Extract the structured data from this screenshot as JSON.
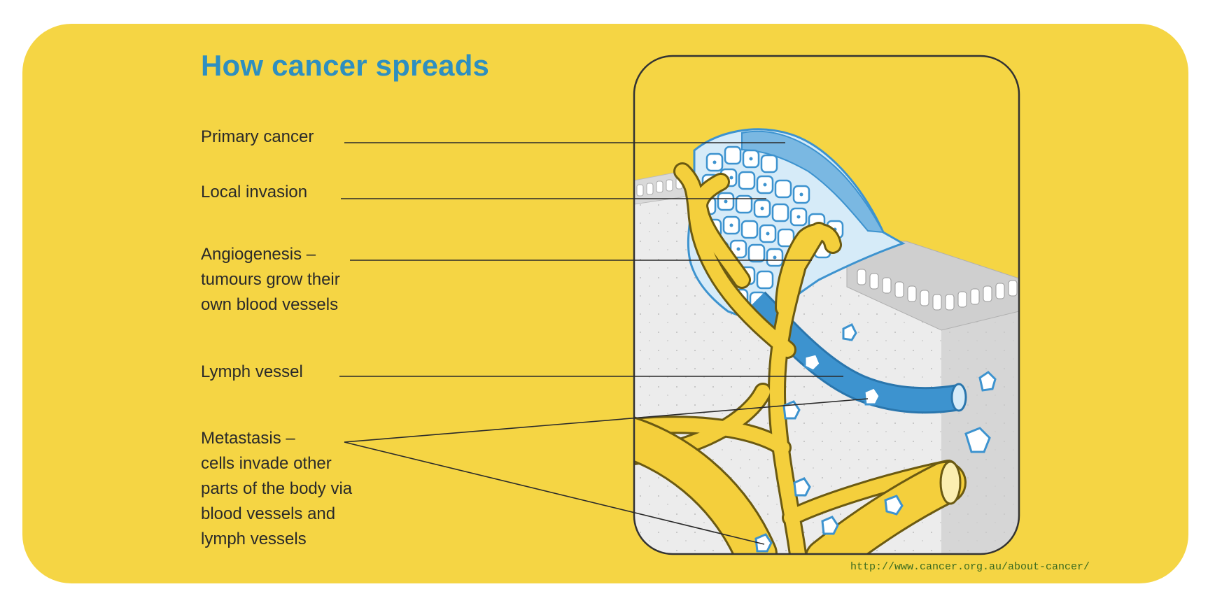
{
  "diagram": {
    "title": "How cancer spreads",
    "labels": {
      "primary_cancer": "Primary cancer",
      "local_invasion": "Local invasion",
      "angiogenesis": [
        "Angiogenesis –",
        "tumours grow their",
        "own blood vessels"
      ],
      "lymph_vessel": "Lymph vessel",
      "metastasis": [
        "Metastasis –",
        "cells invade other",
        "parts of the body via",
        "blood vessels and",
        "lymph vessels"
      ]
    },
    "source_url": "http://www.cancer.org.au/about-cancer/"
  },
  "colors": {
    "background": "#f5d544",
    "title": "#2e8fc0",
    "tumour_blue": "#3d93cf",
    "cell_light": "#d7ecf8",
    "tissue": "#e7e7e7",
    "blood_vessel": "#f4cf3c",
    "source_text": "#3a6a1f"
  }
}
